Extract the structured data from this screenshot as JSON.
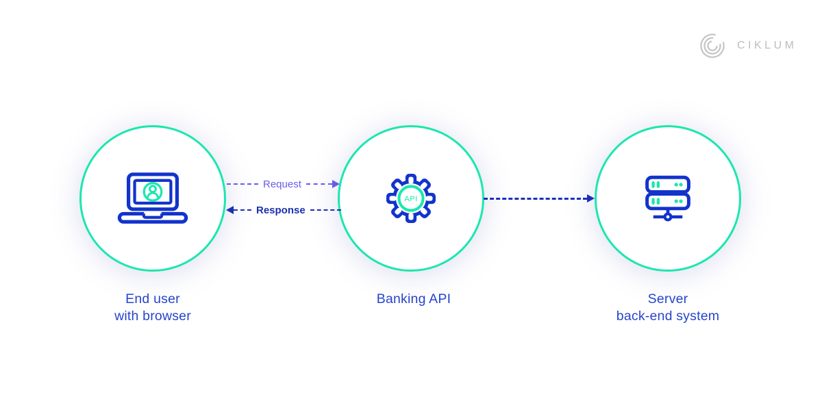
{
  "page": {
    "background": "#ffffff"
  },
  "logo": {
    "brand": "CIKLUM"
  },
  "colors": {
    "accent_green": "#1BE7AE",
    "icon_blue": "#1233CC",
    "label_blue": "#2644CC",
    "request_purple": "#695CE6",
    "response_blue": "#1B2FB0",
    "connector_blue": "#1A30BC",
    "logo_gray": "#C6C6C8"
  },
  "diagram": {
    "nodes": [
      {
        "id": "end-user",
        "icon": "laptop-user-icon",
        "label_line1": "End user",
        "label_line2": "with browser"
      },
      {
        "id": "banking-api",
        "icon": "gear-api-icon",
        "icon_text": "API",
        "label_line1": "Banking API",
        "label_line2": ""
      },
      {
        "id": "server",
        "icon": "server-icon",
        "label_line1": "Server",
        "label_line2": "back-end system"
      }
    ],
    "connections": [
      {
        "id": "request",
        "from": "end-user",
        "to": "banking-api",
        "label": "Request",
        "direction": "right",
        "style": "dashed"
      },
      {
        "id": "response",
        "from": "banking-api",
        "to": "end-user",
        "label": "Response",
        "direction": "left",
        "style": "dashed"
      },
      {
        "id": "api-to-server",
        "from": "banking-api",
        "to": "server",
        "label": "",
        "direction": "right",
        "style": "dashed"
      }
    ]
  }
}
